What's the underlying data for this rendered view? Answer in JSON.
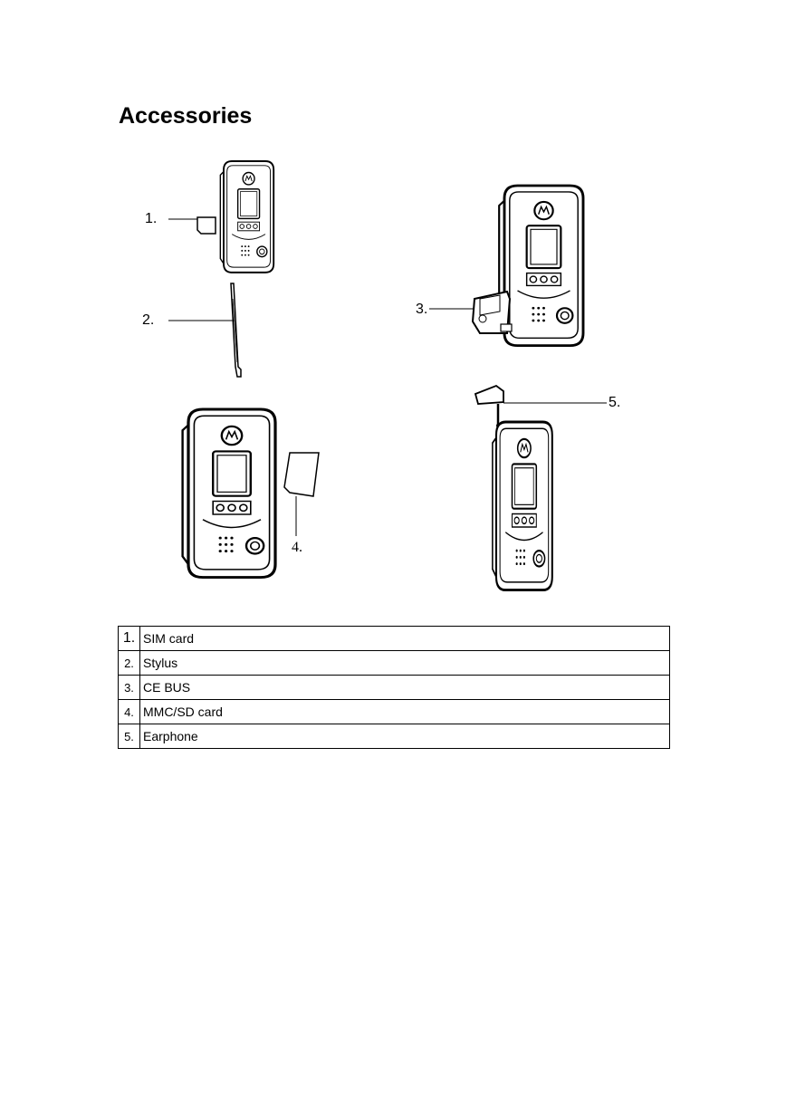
{
  "page": {
    "title": "Accessories"
  },
  "figure": {
    "callouts": [
      {
        "label": "1."
      },
      {
        "label": "2."
      },
      {
        "label": "3."
      },
      {
        "label": "4."
      },
      {
        "label": "5."
      }
    ]
  },
  "table": {
    "rows": [
      {
        "num": "1.",
        "item": "SIM card"
      },
      {
        "num": "2.",
        "item": "Stylus"
      },
      {
        "num": "3.",
        "item": "CE BUS"
      },
      {
        "num": "4.",
        "item": "MMC/SD card"
      },
      {
        "num": "5.",
        "item": "Earphone"
      }
    ]
  }
}
